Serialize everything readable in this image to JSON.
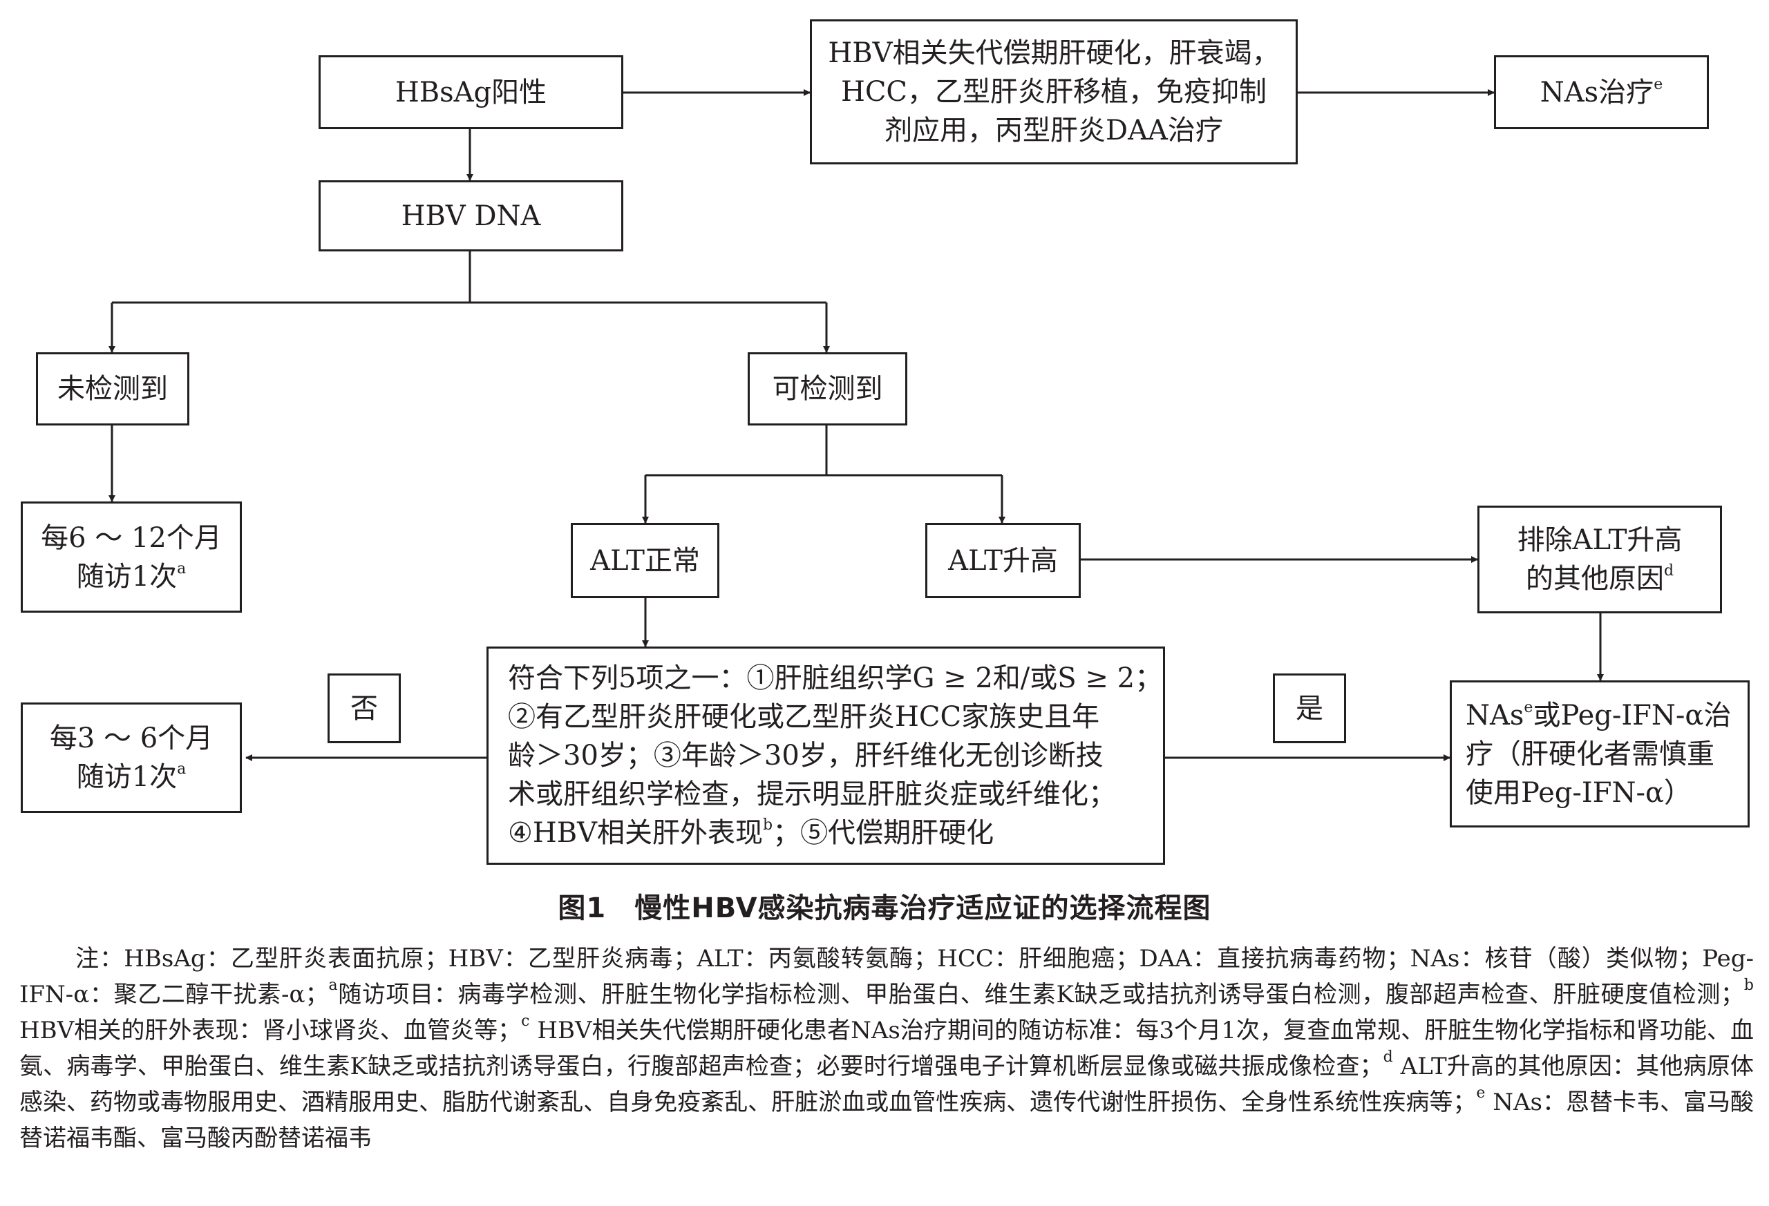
{
  "nodes": {
    "hbsag": {
      "lines": [
        "HBsAg阳性"
      ]
    },
    "special": {
      "lines": [
        "HBV相关失代偿期肝硬化，肝衰竭，",
        "HCC，乙型肝炎肝移植，免疫抑制",
        "剂应用，丙型肝炎DAA治疗"
      ]
    },
    "nas_top": {
      "text": "NAs治疗",
      "sup": "e"
    },
    "hbv_dna": {
      "lines": [
        "HBV DNA"
      ]
    },
    "undetected": {
      "lines": [
        "未检测到"
      ]
    },
    "detected": {
      "lines": [
        "可检测到"
      ]
    },
    "follow12": {
      "line1": "每6 ～ 12个月",
      "line2": "随访1次",
      "sup": "a"
    },
    "alt_normal": {
      "lines": [
        "ALT正常"
      ]
    },
    "alt_high": {
      "lines": [
        "ALT升高"
      ]
    },
    "exclude": {
      "line1": "排除ALT升高",
      "line2": "的其他原因",
      "sup": "d"
    },
    "criteria": {
      "lines": [
        "符合下列5项之一：①肝脏组织学G ≥ 2和/或S ≥ 2；",
        "②有乙型肝炎肝硬化或乙型肝炎HCC家族史且年",
        "龄＞30岁；③年龄＞30岁，肝纤维化无创诊断技",
        "术或肝组织学检查，提示明显肝脏炎症或纤维化；"
      ],
      "line5a": "④HBV相关肝外表现",
      "sup": "b",
      "line5b": "；⑤代偿期肝硬化"
    },
    "no_label": "否",
    "yes_label": "是",
    "follow6": {
      "line1": "每3 ～ 6个月",
      "line2": "随访1次",
      "sup": "a"
    },
    "treat": {
      "line1a": "NAs",
      "sup": "e",
      "line1b": "或Peg-IFN-α治",
      "line2": "疗（肝硬化者需慎重",
      "line3": "使用Peg-IFN-α）"
    }
  },
  "caption": "图1　慢性HBV感染抗病毒治疗适应证的选择流程图",
  "note": {
    "p1": "注：HBsAg：乙型肝炎表面抗原；HBV：乙型肝炎病毒；ALT：丙氨酸转氨酶；HCC：肝细胞癌；DAA：直接抗病毒药物；NAs：核苷（酸）类似物；Peg-IFN-α：聚乙二醇干扰素-α；",
    "sa": "a",
    "p2": "随访项目：病毒学检测、肝脏生物化学指标检测、甲胎蛋白、维生素K缺乏或拮抗剂诱导蛋白检测，腹部超声检查、肝脏硬度值检测；",
    "sb": "b",
    "p3": " HBV相关的肝外表现：肾小球肾炎、血管炎等；",
    "sc": "c",
    "p4": " HBV相关失代偿期肝硬化患者NAs治疗期间的随访标准：每3个月1次，复查血常规、肝脏生物化学指标和肾功能、血氨、病毒学、甲胎蛋白、维生素K缺乏或拮抗剂诱导蛋白，行腹部超声检查；必要时行增强电子计算机断层显像或磁共振成像检查；",
    "sd": "d",
    "p5": " ALT升高的其他原因：其他病原体感染、药物或毒物服用史、酒精服用史、脂肪代谢紊乱、自身免疫紊乱、肝脏淤血或血管性疾病、遗传代谢性肝损伤、全身性系统性疾病等；",
    "se": "e",
    "p6": " NAs：恩替卡韦、富马酸替诺福韦酯、富马酸丙酚替诺福韦"
  }
}
